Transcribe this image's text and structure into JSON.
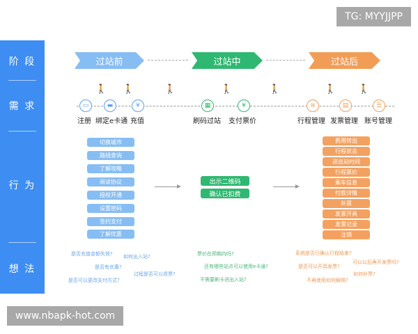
{
  "tag": "TG: MYYJJPP",
  "watermark": "www.nbapk-hot.com",
  "sidebar": {
    "labels": [
      "阶 段",
      "需 求",
      "行 为",
      "想 法"
    ]
  },
  "stages": [
    "过站前",
    "过站中",
    "过站后"
  ],
  "needs": {
    "before": [
      "注册",
      "绑定e卡通",
      "充值"
    ],
    "during": [
      "刷码过站",
      "支付票价"
    ],
    "after": [
      "行程管理",
      "发票管理",
      "账号管理"
    ]
  },
  "actions": {
    "before": [
      "切换城市",
      "路线查询",
      "了解攻略",
      "阅读协议",
      "授权开通",
      "设置密码",
      "签约支付",
      "了解优惠"
    ],
    "during": [
      "出示二维码",
      "确认已扣费"
    ],
    "after": [
      "费用转出",
      "行程状态",
      "进出站时间",
      "行程票价",
      "乘车信息",
      "付款详情",
      "补票",
      "发票开具",
      "发票记录",
      "注销"
    ]
  },
  "thoughts": {
    "before": [
      "是否充值金额失效?",
      "如何出入站?",
      "是否有优惠?",
      "过程是否可以退票?",
      "是否可以更改支付方式?"
    ],
    "during": [
      "票价在预期内吗?",
      "还有哪些站点可以使用e卡通?",
      "不需要刷卡进出入站?"
    ],
    "after": [
      "系统是否已确认行程结束?",
      "是否可以开具发票?",
      "可以以后再开发票吗?",
      "不再使用如何解绑?",
      "如何补票?"
    ]
  },
  "colors": {
    "blue": "#3d8df2",
    "green": "#2fb871",
    "orange": "#f29d56"
  },
  "icons": [
    "walker-icon",
    "card-icon",
    "qr-icon",
    "coin-icon",
    "doc-icon",
    "receipt-icon",
    "account-icon"
  ]
}
